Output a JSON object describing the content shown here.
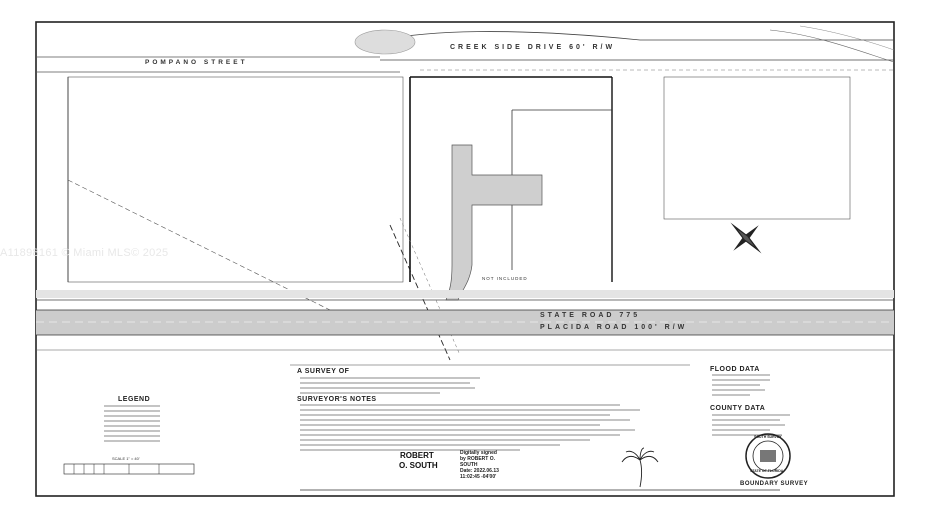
{
  "watermark": "A11898161 © Miami MLS© 2025",
  "streets": {
    "pompano": "POMPANO STREET",
    "creek_side": "CREEK SIDE DRIVE 60' R/W",
    "state_road": "STATE ROAD 775",
    "placida": "PLACIDA ROAD 100' R/W"
  },
  "labels": {
    "survey_of": "A SURVEY OF",
    "surveyors_notes": "SURVEYOR'S NOTES",
    "legend": "LEGEND",
    "flood_data": "FLOOD DATA",
    "county_data": "COUNTY DATA",
    "boundary_survey": "BOUNDARY SURVEY",
    "not_included": "NOT INCLUDED",
    "scale": "SCALE 1\" = 40'"
  },
  "signature": {
    "name_line1": "ROBERT",
    "name_line2": "O. SOUTH",
    "digital_line1": "Digitally signed",
    "digital_line2": "by ROBERT O.",
    "digital_line3": "SOUTH",
    "date_line": "Date: 2022.06.13",
    "time_line": "11:02:45 -04'00'"
  },
  "seal": {
    "top_text": "SOUTH SURVEY",
    "bottom_text": "STATE OF FLORIDA"
  }
}
